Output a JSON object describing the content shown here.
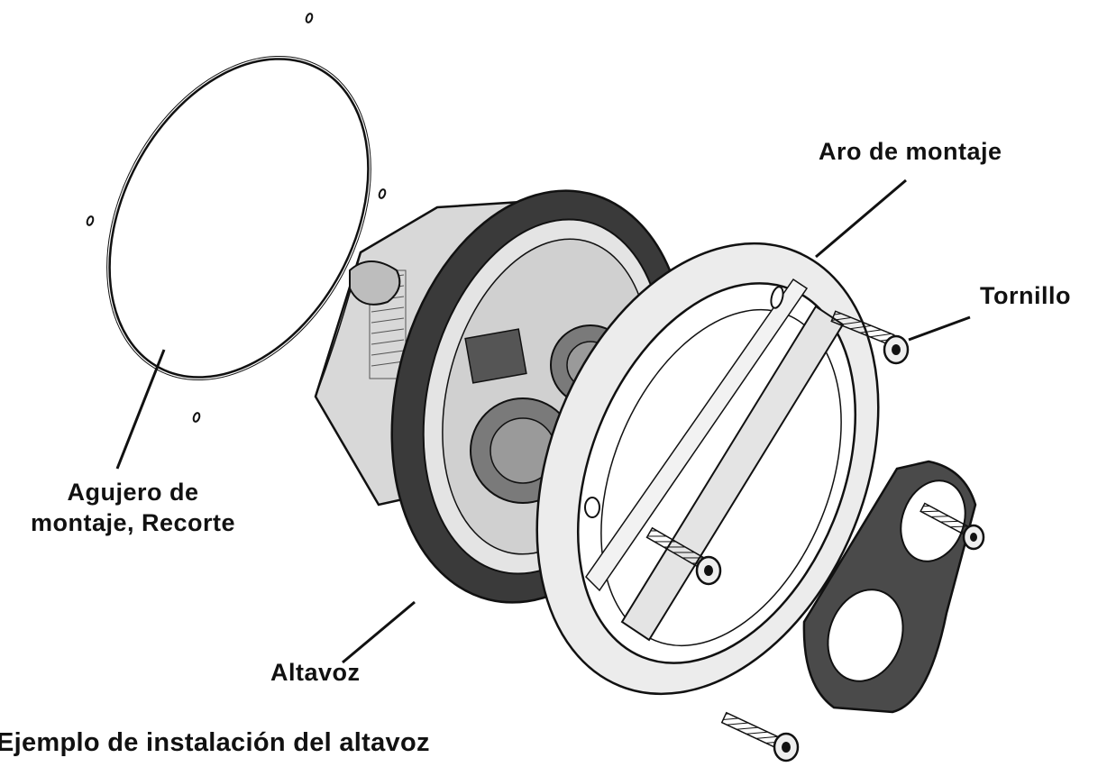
{
  "labels": {
    "mounting_ring": "Aro de montaje",
    "screw": "Tornillo",
    "mounting_hole_line1": "Agujero de",
    "mounting_hole_line2": "montaje, Recorte",
    "speaker": "Altavoz"
  },
  "caption": "Ejemplo de instalación del altavoz",
  "colors": {
    "ink": "#111111",
    "speaker_rim": "#3a3a3a",
    "ring_fill": "#ececec",
    "bracket_fill": "#4a4a4a"
  }
}
